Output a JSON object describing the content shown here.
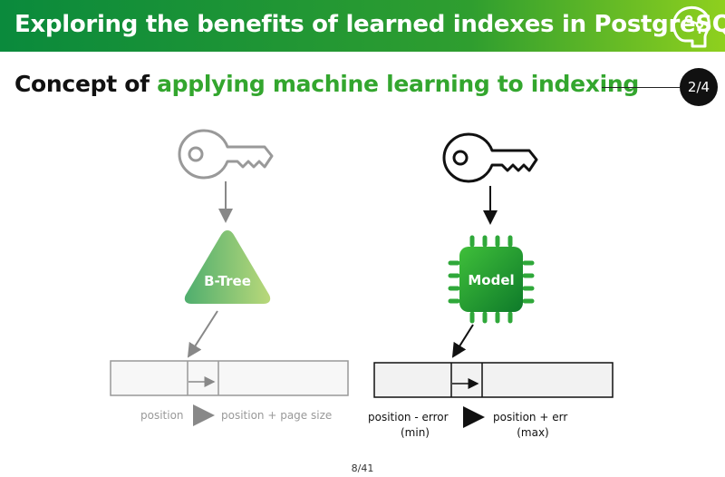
{
  "header": {
    "title": "Exploring the benefits of learned indexes in PostgreSQL",
    "logo_icon": "robot-head-icon"
  },
  "subtitle": {
    "part1": "Concept of ",
    "part2": "applying machine learning to indexing"
  },
  "badge": {
    "section": "2/4"
  },
  "left_diagram": {
    "key_icon": "key-icon",
    "node_label": "B-Tree",
    "range_start": "position",
    "range_end": "position + page size"
  },
  "right_diagram": {
    "key_icon": "key-icon",
    "node_label": "Model",
    "range_start": "position - error",
    "range_start_note": "(min)",
    "range_end": "position + err",
    "range_end_note": "(max)"
  },
  "footer": {
    "page": "8/41"
  },
  "colors": {
    "header_green": "#0a8a3c",
    "accent_green": "#33a62e",
    "lime": "#8fd01e",
    "grey": "#999999"
  }
}
